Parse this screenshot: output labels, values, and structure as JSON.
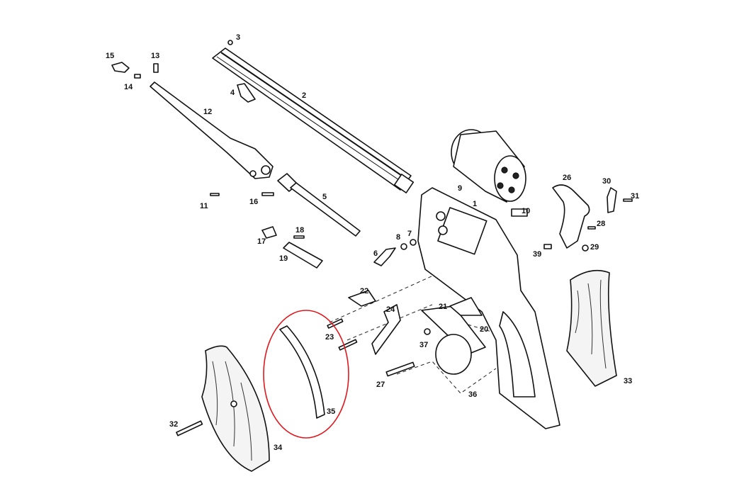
{
  "diagram": {
    "highlight_color": "#e0191f",
    "highlighted_part": "35",
    "labels": {
      "p1": "1",
      "p2": "2",
      "p3": "3",
      "p4": "4",
      "p5": "5",
      "p6": "6",
      "p7": "7",
      "p8": "8",
      "p9": "9",
      "p10": "10",
      "p11": "11",
      "p12": "12",
      "p13": "13",
      "p14": "14",
      "p15": "15",
      "p16": "16",
      "p17": "17",
      "p18": "18",
      "p19": "19",
      "p20": "20",
      "p21": "21",
      "p22": "22",
      "p23": "23",
      "p24": "24",
      "p26": "26",
      "p27": "27",
      "p28": "28",
      "p29": "29",
      "p30": "30",
      "p31": "31",
      "p32": "32",
      "p33": "33",
      "p34": "34",
      "p35": "35",
      "p36": "36",
      "p37": "37",
      "p39": "39"
    }
  }
}
